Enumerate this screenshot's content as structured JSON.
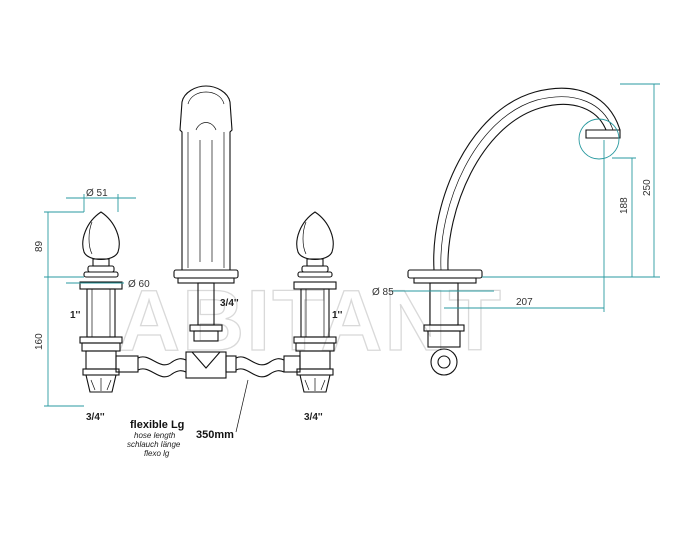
{
  "watermark": "ABITANT",
  "dimensions": {
    "diam_51": "Ø 51",
    "diam_60": "Ø 60",
    "diam_85": "Ø 85",
    "h_89": "89",
    "h_160": "160",
    "h_188": "188",
    "h_250": "250",
    "w_207": "207",
    "thread_1_left": "1''",
    "thread_1_right": "1''",
    "thread_34_center": "3/4''",
    "thread_34_left": "3/4''",
    "thread_34_right": "3/4''"
  },
  "hose_note": {
    "title": "flexible Lg",
    "line1": "hose length",
    "line2": "schlauch länge",
    "line3": "flexo lg",
    "length": "350mm"
  },
  "colors": {
    "dimension": "#2a9aa0",
    "outline": "#111111"
  }
}
